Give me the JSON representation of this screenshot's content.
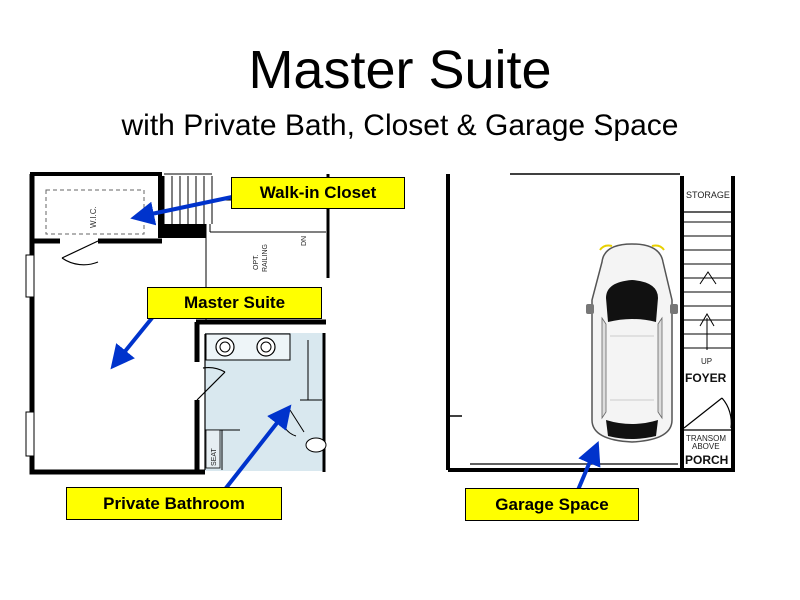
{
  "slide": {
    "title": "Master Suite",
    "subtitle": "with Private Bath, Closet & Garage Space"
  },
  "callouts": {
    "walk_in_closet": "Walk-in Closet",
    "master_suite": "Master Suite",
    "private_bathroom": "Private Bathroom",
    "garage_space": "Garage Space"
  },
  "plan_labels": {
    "wic": "W.I.C.",
    "opt_railing_1": "OPT.",
    "opt_railing_2": "RAILING",
    "dn": "DN",
    "seat": "SEAT",
    "storage": "STORAGE",
    "up": "UP",
    "foyer": "FOYER",
    "transom_1": "TRANSOM",
    "transom_2": "ABOVE",
    "porch": "PORCH"
  },
  "colors": {
    "callout_fill": "#ffff00",
    "arrow": "#0033cc",
    "bath_fill": "#d9e8ef",
    "wall": "#000000"
  }
}
